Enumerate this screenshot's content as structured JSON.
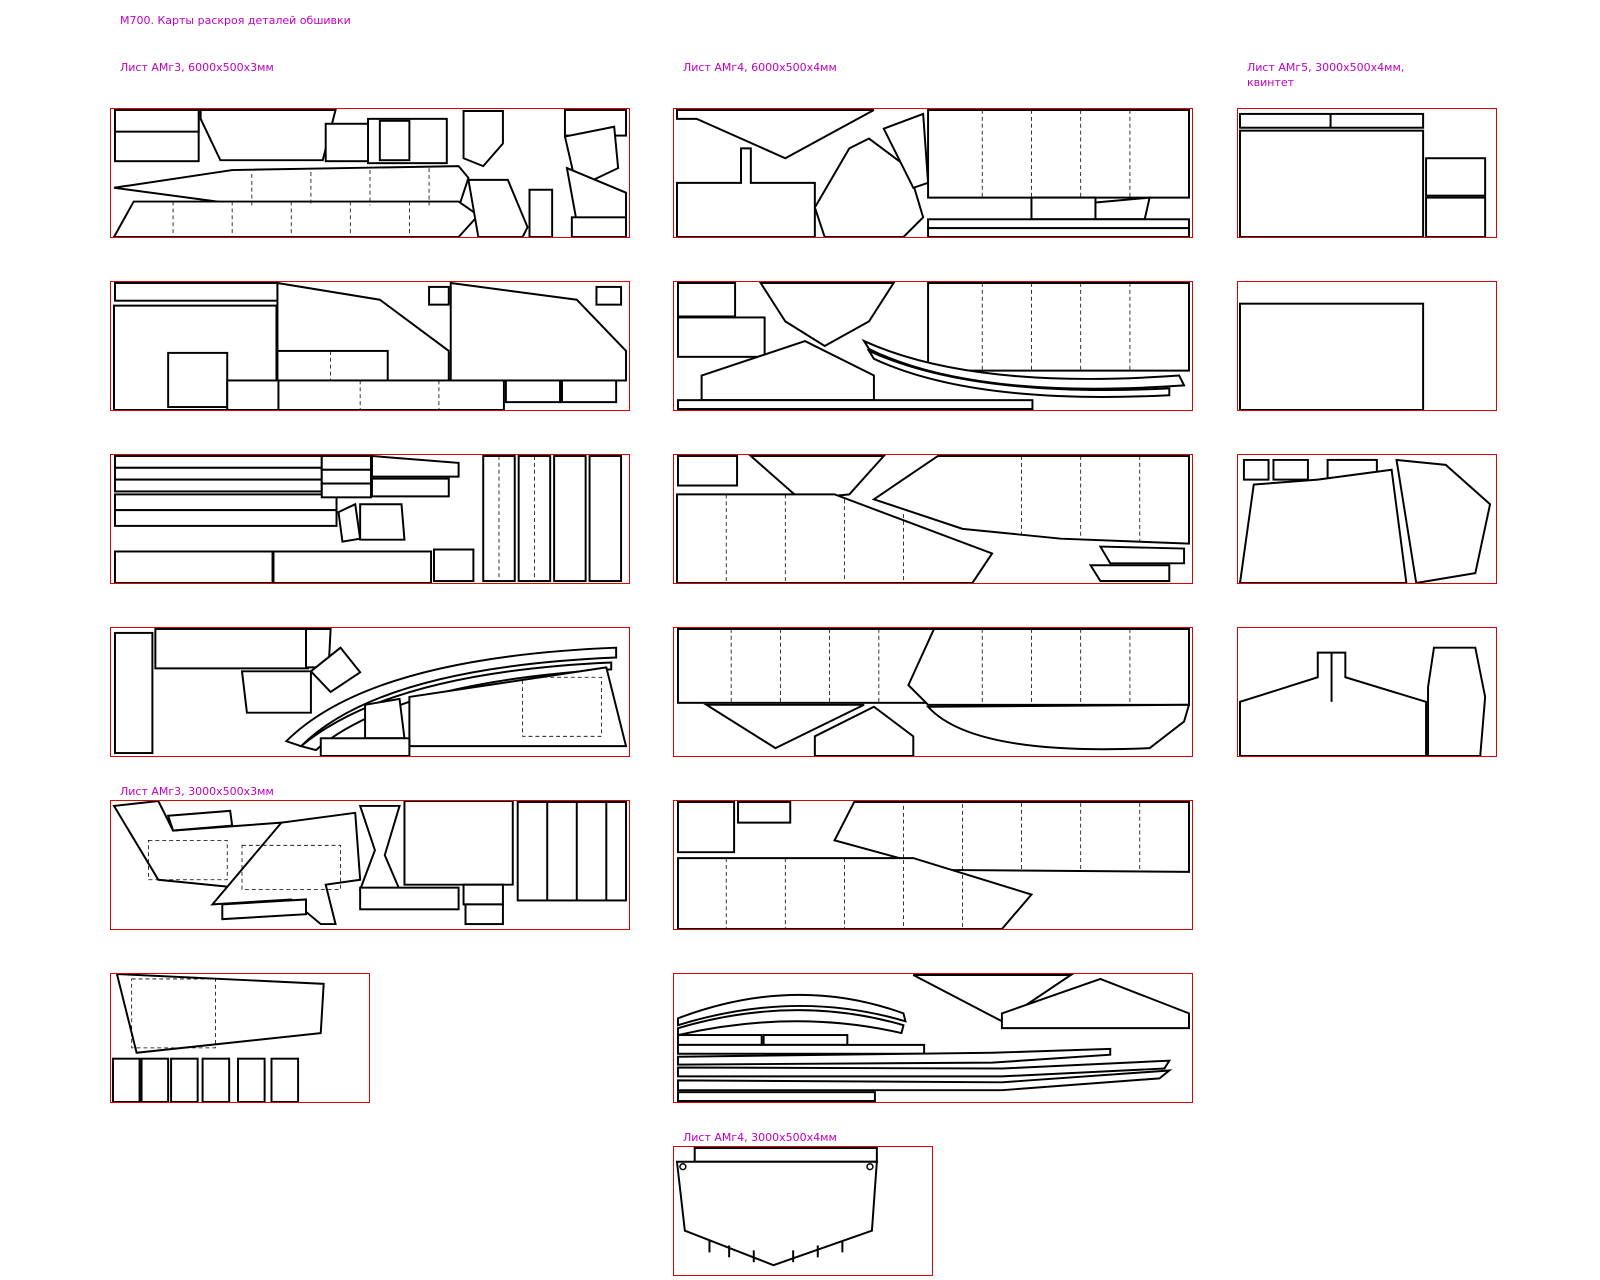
{
  "document_title": "М700. Карты раскроя деталей обшивки",
  "column_headers": {
    "col1": "Лист АМг3, 6000х500х3мм",
    "col2": "Лист АМг4, 6000х500х4мм",
    "col3_line1": "Лист АМг5, 3000х500х4мм,",
    "col3_line2": "квинтет"
  },
  "section_headers": {
    "amg3_3000": "Лист АМг3, 3000х500х3мм",
    "amg4_3000": "Лист АМг4, 3000х500х4мм"
  },
  "colors": {
    "label": "#c000c0",
    "sheet_border": "#e00000",
    "part_outline": "#000000"
  },
  "sheets": [
    {
      "id": "amg3-6000-1",
      "material": "АМг3"
    },
    {
      "id": "amg3-6000-2",
      "material": "АМг3"
    },
    {
      "id": "amg3-6000-3",
      "material": "АМг3"
    },
    {
      "id": "amg3-6000-4",
      "material": "АМг3"
    },
    {
      "id": "amg3-3000-1",
      "material": "АМг3"
    },
    {
      "id": "amg3-3000-2",
      "material": "АМг3"
    },
    {
      "id": "amg4-6000-1",
      "material": "АМг4"
    },
    {
      "id": "amg4-6000-2",
      "material": "АМг4"
    },
    {
      "id": "amg4-6000-3",
      "material": "АМг4"
    },
    {
      "id": "amg4-6000-4",
      "material": "АМг4"
    },
    {
      "id": "amg4-6000-5",
      "material": "АМг4"
    },
    {
      "id": "amg4-6000-6",
      "material": "АМг4"
    },
    {
      "id": "amg4-3000-1",
      "material": "АМг4"
    },
    {
      "id": "amg5-3000-1",
      "material": "АМг5"
    },
    {
      "id": "amg5-3000-2",
      "material": "АМг5"
    },
    {
      "id": "amg5-3000-3",
      "material": "АМг5"
    },
    {
      "id": "amg5-3000-4",
      "material": "АМг5"
    }
  ]
}
